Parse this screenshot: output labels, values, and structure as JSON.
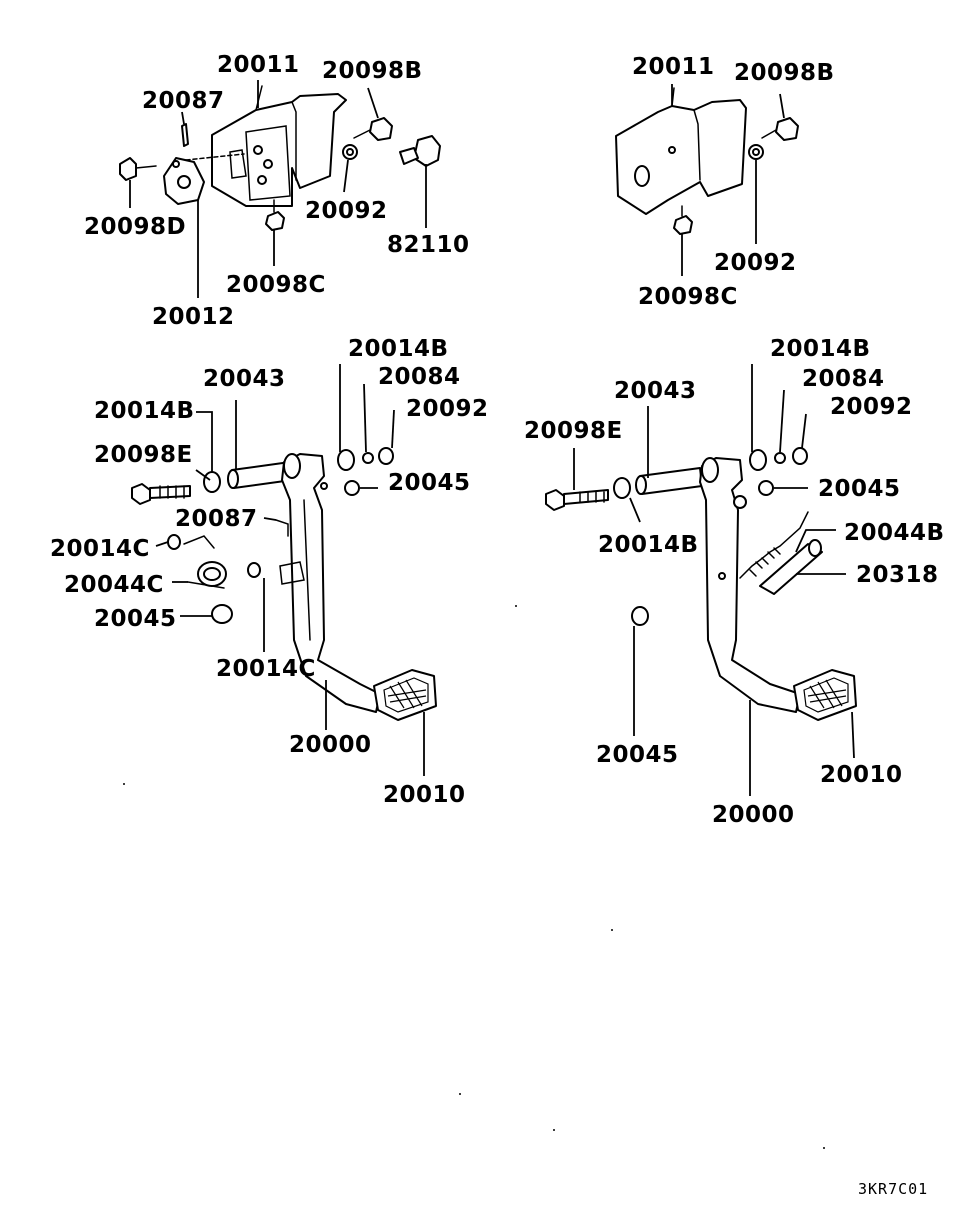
{
  "diagram": {
    "ref_code": "3KR7C01",
    "labels": {
      "l1": "20011",
      "l2": "20098B",
      "l3": "20087",
      "l4": "20092",
      "l5": "82110",
      "l6": "20098D",
      "l7": "20098C",
      "l8": "20012",
      "r1": "20011",
      "r2": "20098B",
      "r3": "20092",
      "r4": "20098C",
      "l9": "20014B",
      "l10": "20043",
      "l11": "20014B",
      "l12": "20084",
      "l13": "20092",
      "l14": "20098E",
      "l15": "20045",
      "l16": "20087",
      "l17": "20014C",
      "l18": "20044C",
      "l19": "20045",
      "l20": "20014C",
      "l21": "20000",
      "l22": "20010",
      "r5": "20014B",
      "r6": "20043",
      "r7": "20084",
      "r8": "20098E",
      "r9": "20092",
      "r10": "20045",
      "r11": "20014B",
      "r12": "20044B",
      "r13": "20318",
      "r14": "20045",
      "r15": "20010",
      "r16": "20000"
    }
  }
}
